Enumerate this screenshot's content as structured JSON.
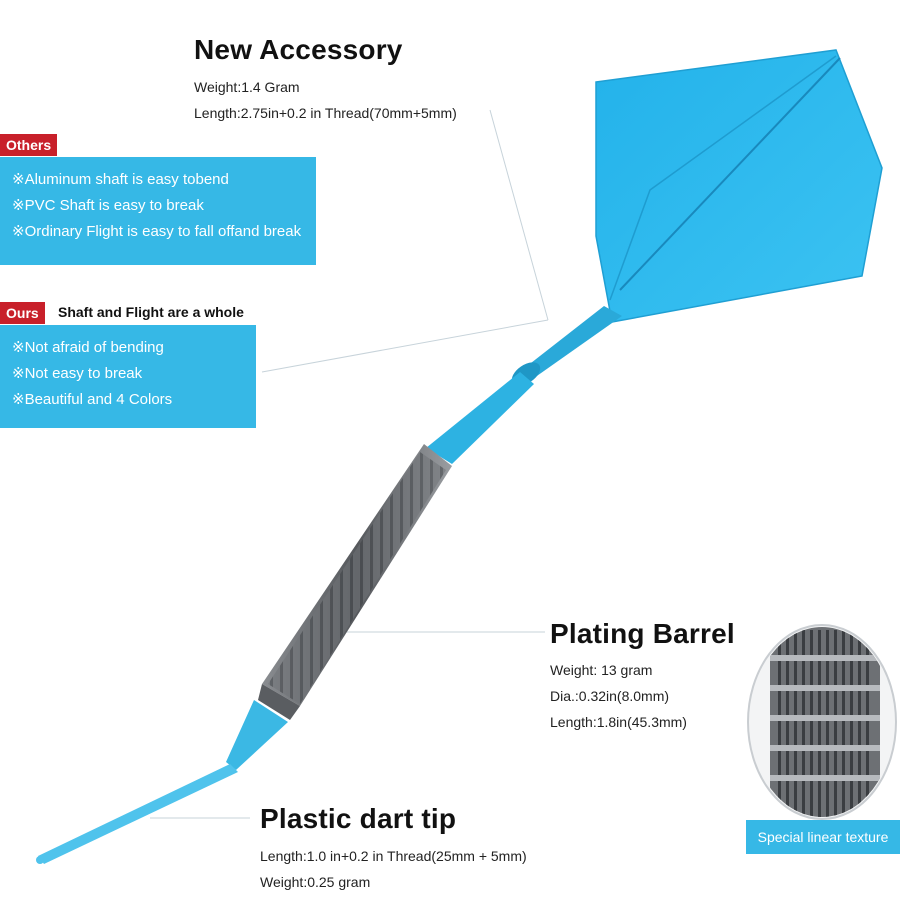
{
  "accessory": {
    "title": "New Accessory",
    "specs": [
      "Weight:1.4 Gram",
      "Length:2.75in+0.2 in Thread(70mm+5mm)"
    ]
  },
  "others": {
    "tag": "Others",
    "points": [
      "※Aluminum shaft is easy tobend",
      "※PVC Shaft is easy to break",
      "※Ordinary Flight is easy to fall offand break"
    ]
  },
  "ours": {
    "tag": "Ours",
    "caption": "Shaft and Flight are a whole",
    "points": [
      "※Not afraid of bending",
      "※Not easy to break",
      "※Beautiful and 4 Colors"
    ]
  },
  "barrel": {
    "title": "Plating Barrel",
    "specs": [
      "Weight: 13 gram",
      "Dia.:0.32in(8.0mm)",
      "Length:1.8in(45.3mm)"
    ]
  },
  "tip": {
    "title": "Plastic dart tip",
    "specs": [
      "Length:1.0 in+0.2 in Thread(25mm + 5mm)",
      "Weight:0.25 gram"
    ]
  },
  "texture": {
    "caption": "Special linear texture"
  },
  "colors": {
    "accent_blue": "#36b8e6",
    "tag_red": "#c8202a",
    "barrel_gray": "#6f7276"
  }
}
